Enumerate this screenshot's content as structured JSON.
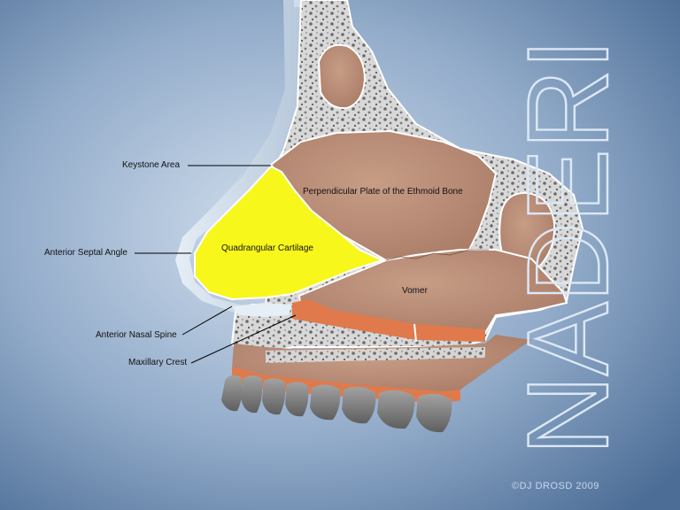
{
  "labels": {
    "keystone_area": "Keystone Area",
    "anterior_septal_angle": "Anterior Septal Angle",
    "anterior_nasal_spine": "Anterior Nasal Spine",
    "maxillary_crest": "Maxillary Crest",
    "perpendicular_plate": "Perpendicular Plate of the Ethmoid Bone",
    "quadrangular_cartilage": "Quadrangular Cartilage",
    "vomer": "Vomer"
  },
  "watermark": {
    "text": "NADERI",
    "copyright": "©DJ DROSD 2009"
  },
  "colors": {
    "background_center": "#c7d7ea",
    "background_edge": "#4e6f98",
    "cartilage": "#f7f61a",
    "bone_tissue": "#b88a74",
    "cortical_bone": "#9a9a9a",
    "maxilla_orange": "#e07a4c",
    "teeth": "#8b8b8b",
    "skin": "#cfdcea"
  }
}
